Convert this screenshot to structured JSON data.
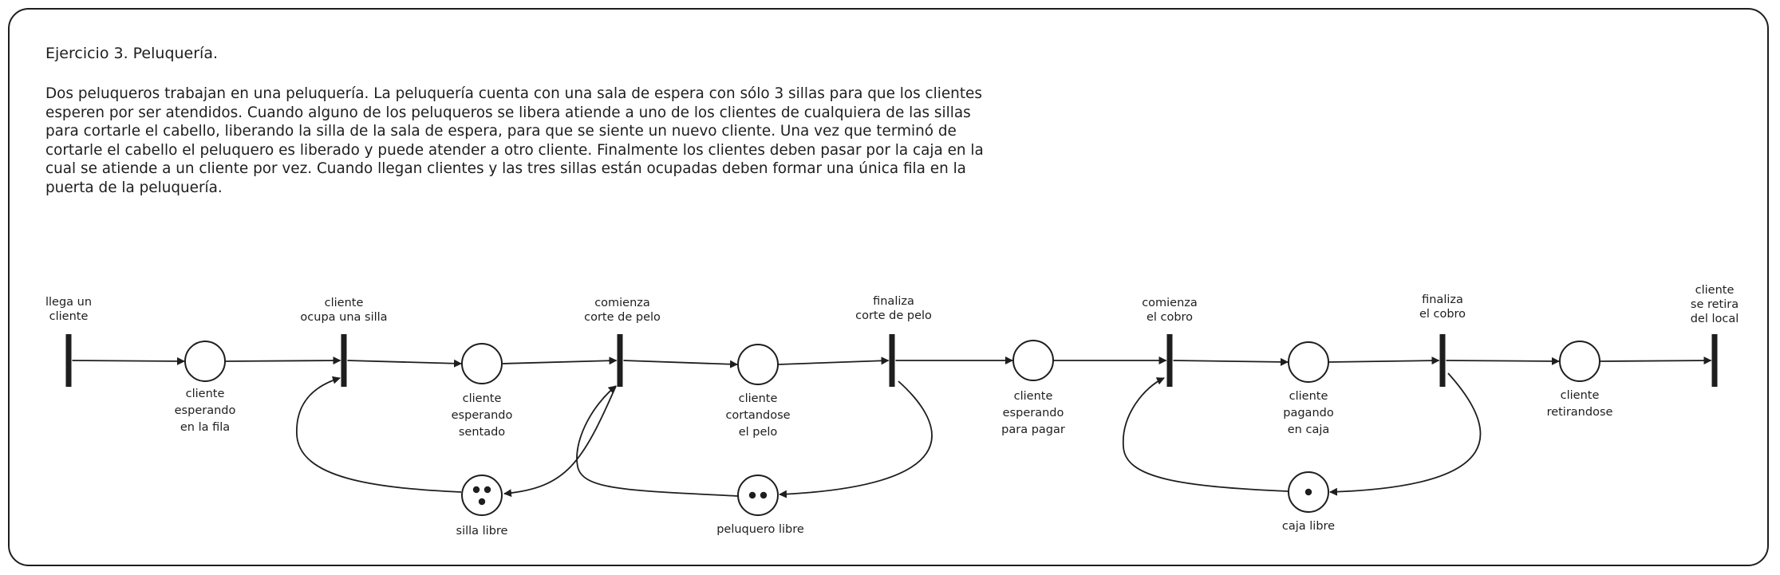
{
  "exercise": {
    "title": "Ejercicio 3. Peluquería.",
    "description": "Dos peluqueros trabajan en una peluquería. La peluquería cuenta con una sala de espera con sólo 3 sillas para que los clientes esperen por ser atendidos. Cuando alguno de los peluqueros se libera atiende a uno de los clientes de cualquiera de las sillas para cortarle el cabello, liberando la silla de la sala de espera, para que se siente un nuevo cliente. Una vez que terminó de cortarle el cabello el peluquero es liberado y puede atender a otro cliente. Finalmente los clientes deben pasar por la caja en la cual se atiende a un cliente por vez. Cuando llegan clientes y las tres sillas están ocupadas deben formar una única fila en la puerta de la peluquería."
  },
  "transitions": [
    {
      "id": "t1",
      "label": [
        "llega un",
        "cliente"
      ]
    },
    {
      "id": "t2",
      "label": [
        "cliente",
        "ocupa una silla"
      ]
    },
    {
      "id": "t3",
      "label": [
        "comienza",
        "corte de pelo"
      ]
    },
    {
      "id": "t4",
      "label": [
        "finaliza",
        "corte de pelo"
      ]
    },
    {
      "id": "t5",
      "label": [
        "comienza",
        "el cobro"
      ]
    },
    {
      "id": "t6",
      "label": [
        "finaliza",
        "el cobro"
      ]
    },
    {
      "id": "t7",
      "label": [
        "cliente",
        "se retira",
        "del local"
      ]
    }
  ],
  "places": [
    {
      "id": "p1",
      "label": [
        "cliente",
        "esperando",
        "en la fila"
      ],
      "tokens": 0
    },
    {
      "id": "p2",
      "label": [
        "cliente",
        "esperando",
        "sentado"
      ],
      "tokens": 0
    },
    {
      "id": "p3",
      "label": [
        "cliente",
        "cortandose",
        "el pelo"
      ],
      "tokens": 0
    },
    {
      "id": "p4",
      "label": [
        "cliente",
        "esperando",
        "para pagar"
      ],
      "tokens": 0
    },
    {
      "id": "p5",
      "label": [
        "cliente",
        "pagando",
        "en caja"
      ],
      "tokens": 0
    },
    {
      "id": "p6",
      "label": [
        "cliente",
        "retirandose"
      ],
      "tokens": 0
    },
    {
      "id": "p7",
      "label": [
        "silla libre"
      ],
      "tokens": 3
    },
    {
      "id": "p8",
      "label": [
        "peluquero libre"
      ],
      "tokens": 2
    },
    {
      "id": "p9",
      "label": [
        "caja libre"
      ],
      "tokens": 1
    }
  ],
  "arcs": [
    {
      "from": "t1",
      "to": "p1"
    },
    {
      "from": "p1",
      "to": "t2"
    },
    {
      "from": "t2",
      "to": "p2"
    },
    {
      "from": "p2",
      "to": "t3"
    },
    {
      "from": "t3",
      "to": "p3"
    },
    {
      "from": "p3",
      "to": "t4"
    },
    {
      "from": "t4",
      "to": "p4"
    },
    {
      "from": "p4",
      "to": "t5"
    },
    {
      "from": "t5",
      "to": "p5"
    },
    {
      "from": "p5",
      "to": "t6"
    },
    {
      "from": "t6",
      "to": "p6"
    },
    {
      "from": "p6",
      "to": "t7"
    },
    {
      "from": "p7",
      "to": "t2"
    },
    {
      "from": "t3",
      "to": "p7"
    },
    {
      "from": "p8",
      "to": "t3"
    },
    {
      "from": "t4",
      "to": "p8"
    },
    {
      "from": "p9",
      "to": "t5"
    },
    {
      "from": "t6",
      "to": "p9"
    }
  ]
}
